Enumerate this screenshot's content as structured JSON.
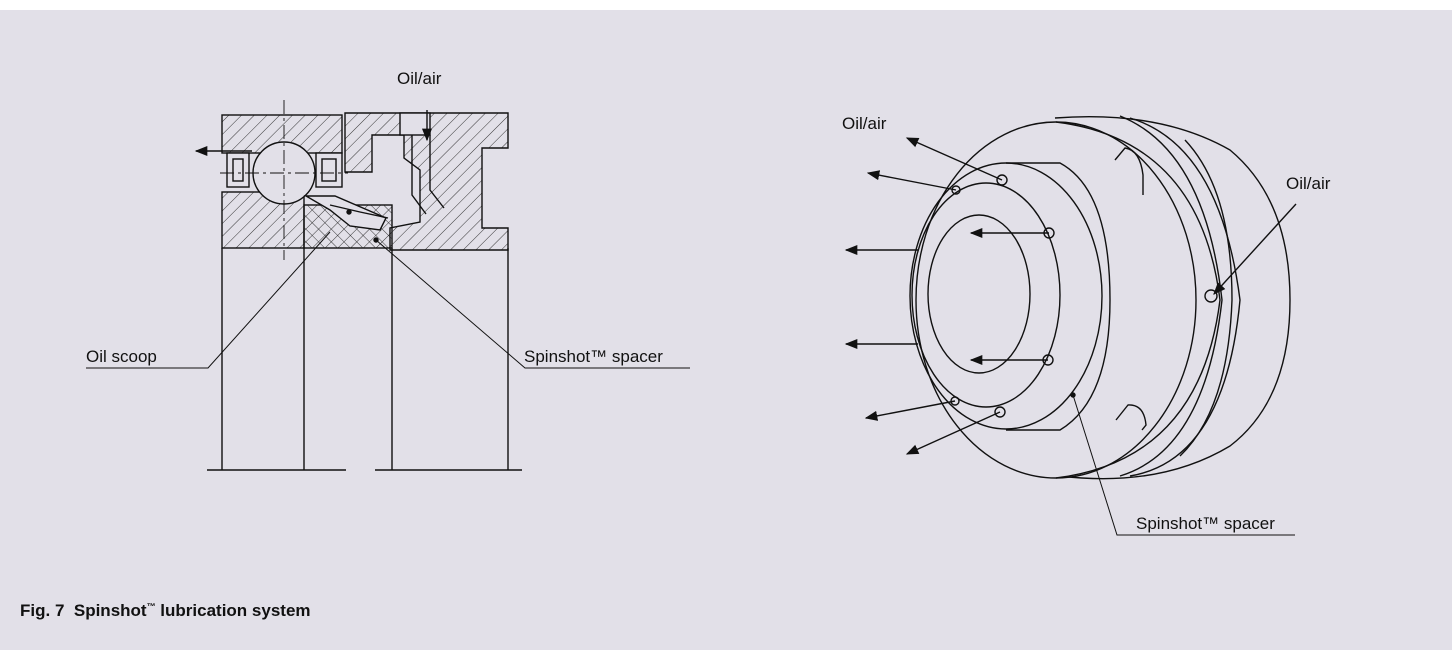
{
  "labels": {
    "left_oil_air": "Oil/air",
    "oil_scoop": "Oil scoop",
    "left_spacer": "Spinshot™ spacer",
    "right_oil_air_top": "Oil/air",
    "right_oil_air_side": "Oil/air",
    "right_spacer": "Spinshot™ spacer"
  },
  "caption": {
    "number": "Fig. 7",
    "name_start": "Spinshot",
    "tm": "™",
    "name_end": " lubrication system"
  }
}
